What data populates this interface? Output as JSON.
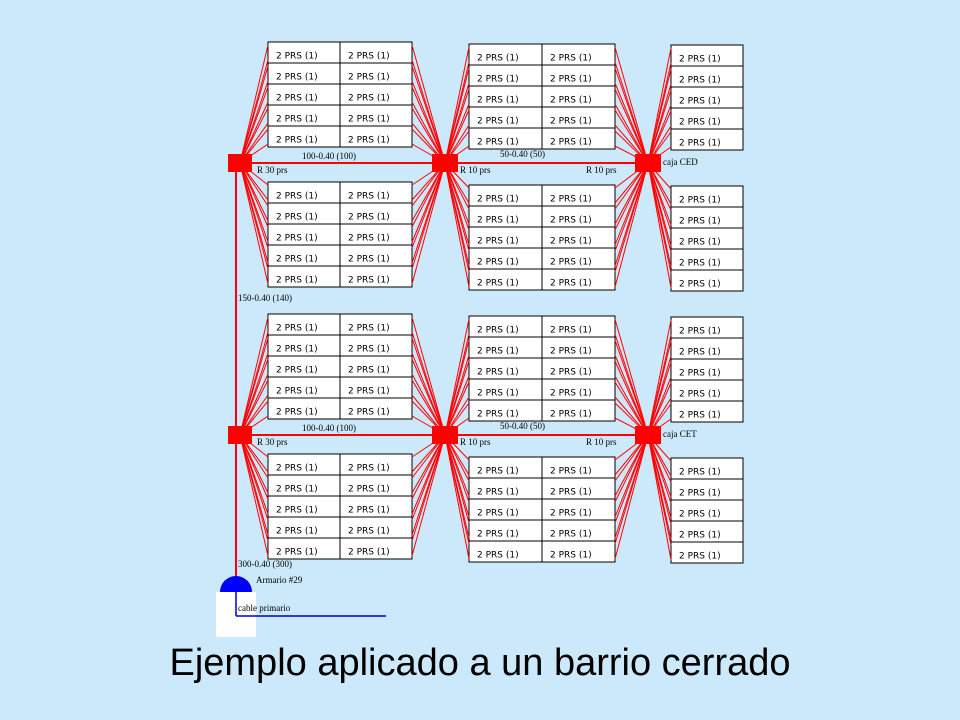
{
  "slide": {
    "title": "Ejemplo aplicado a un barrio cerrado"
  },
  "colors": {
    "background": "#cce9fb",
    "cable": "#ff0000",
    "primary_cable": "#0000cc",
    "armario": "#0000ff"
  },
  "labels": {
    "cell": "2 PRS (1)",
    "r30": "R 30 prs",
    "r10": "R 10 prs",
    "c100": "100-0.40 (100)",
    "c50": "50-0.40 (50)",
    "c150": "150-0.40 (140)",
    "c300": "300-0.40 (300)",
    "caja_top": "caja CED",
    "caja_bot": "caja CET",
    "armario": "Armario #29",
    "primario": "cable primario"
  }
}
